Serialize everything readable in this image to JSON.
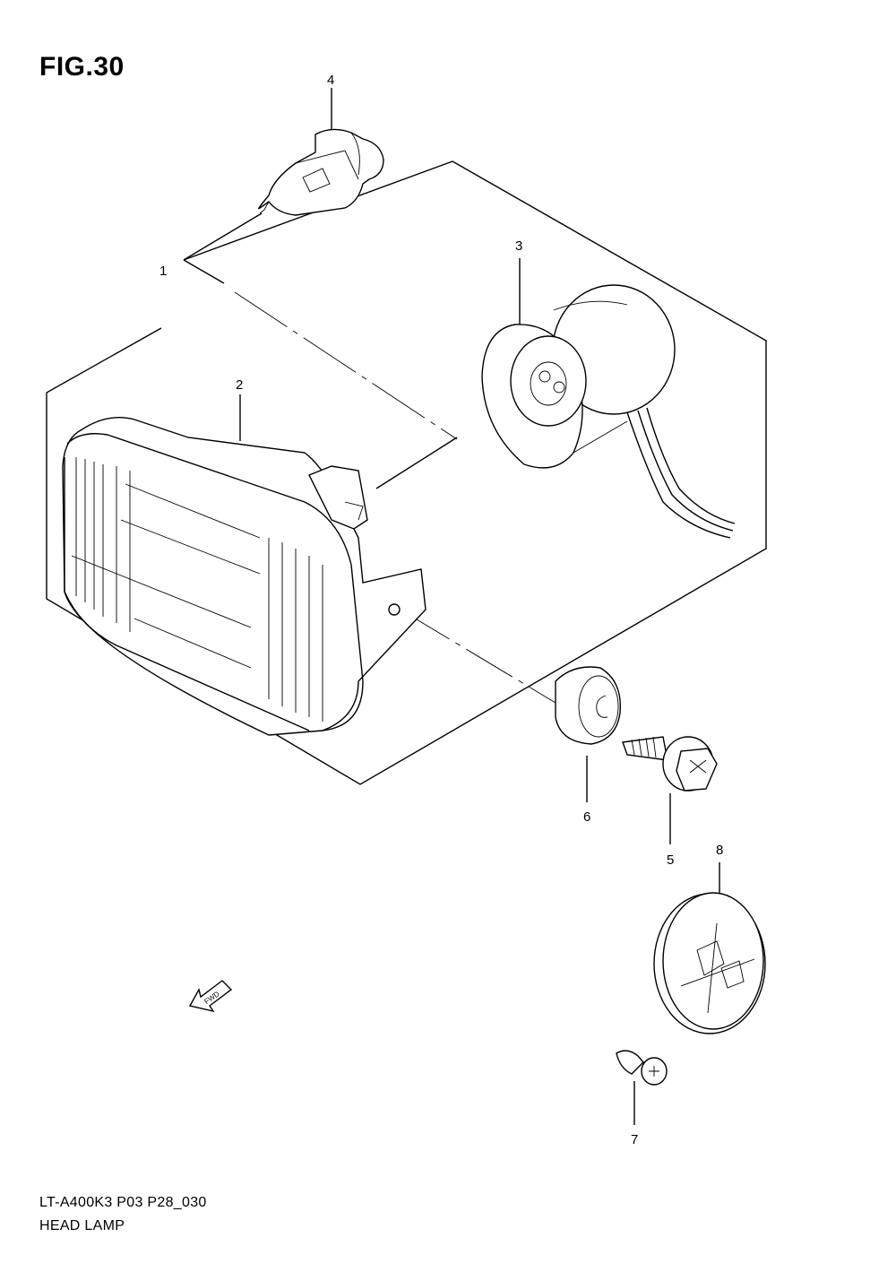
{
  "figure": {
    "title": "FIG.30"
  },
  "callouts": [
    {
      "id": "1",
      "label": "1"
    },
    {
      "id": "2",
      "label": "2"
    },
    {
      "id": "3",
      "label": "3"
    },
    {
      "id": "4",
      "label": "4"
    },
    {
      "id": "5",
      "label": "5"
    },
    {
      "id": "6",
      "label": "6"
    },
    {
      "id": "7",
      "label": "7"
    },
    {
      "id": "8",
      "label": "8"
    }
  ],
  "direction_arrow": {
    "label": "FWD"
  },
  "footer": {
    "code": "LT-A400K3 P03 P28_030",
    "name": "HEAD LAMP"
  }
}
